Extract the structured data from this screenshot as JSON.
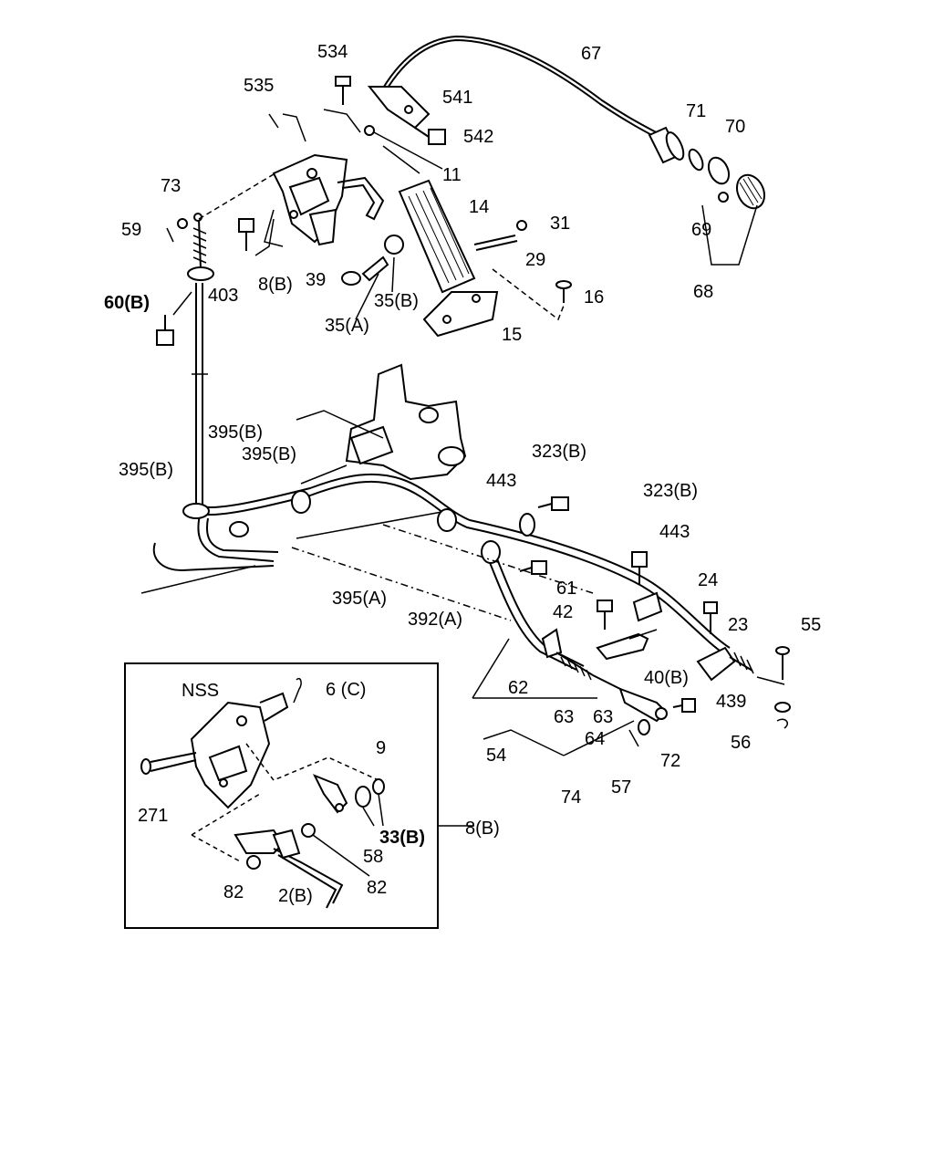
{
  "labels": {
    "l534": "534",
    "l535": "535",
    "l541": "541",
    "l542": "542",
    "l67": "67",
    "l71": "71",
    "l70": "70",
    "l11": "11",
    "l73": "73",
    "l59": "59",
    "l14": "14",
    "l31": "31",
    "l29": "29",
    "l69": "69",
    "l403": "403",
    "l8b_top": "8(B)",
    "l39": "39",
    "l35b": "35(B)",
    "l16": "16",
    "l60b": "60(B)",
    "l35a": "35(A)",
    "l15": "15",
    "l68": "68",
    "l395b_1": "395(B)",
    "l395b_2": "395(B)",
    "l395b_3": "395(B)",
    "l323b_1": "323(B)",
    "l443_1": "443",
    "l323b_2": "323(B)",
    "l443_2": "443",
    "l61": "61",
    "l395a": "395(A)",
    "l392a": "392(A)",
    "l24": "24",
    "l42": "42",
    "l23": "23",
    "l55": "55",
    "l40b": "40(B)",
    "l62": "62",
    "l63a": "63",
    "l63b": "63",
    "l439": "439",
    "l54": "54",
    "l64": "64",
    "l72": "72",
    "l56": "56",
    "l74": "74",
    "l57": "57",
    "lnss": "NSS",
    "l6c": "6 (C)",
    "l9": "9",
    "l271": "271",
    "l33b": "33(B)",
    "l8b_box": "8(B)",
    "l58": "58",
    "l82a": "82",
    "l2b": "2(B)",
    "l82b": "82"
  }
}
